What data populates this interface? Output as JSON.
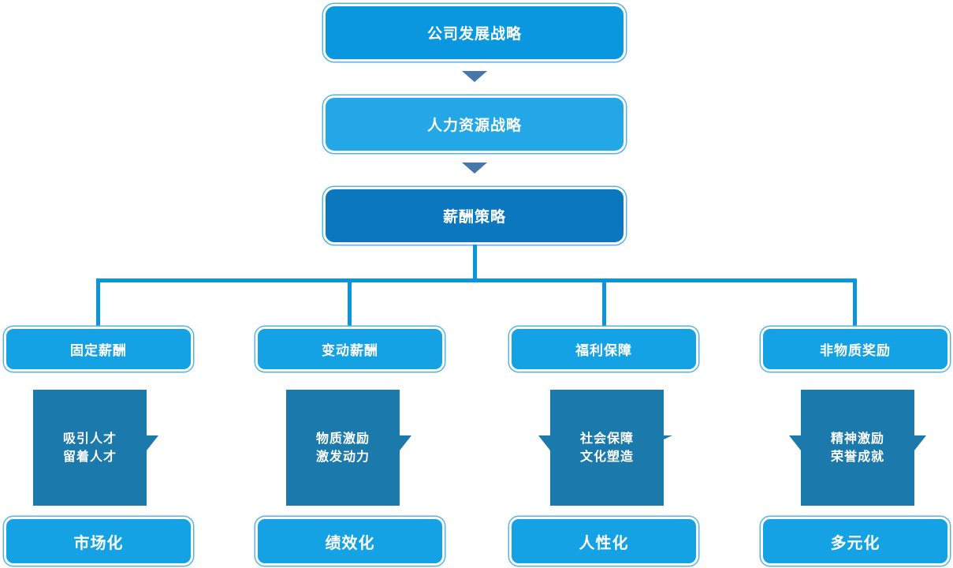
{
  "colors": {
    "row1": "#0998DF",
    "row2": "#23A7E6",
    "row3": "#0B77BE",
    "branch": "#14A2E4",
    "square": "#1B79AC",
    "connector": "#0B95DC",
    "arrow": "#4878A8",
    "outline": "#54B4E7"
  },
  "chain": [
    {
      "label": "公司发展战略"
    },
    {
      "label": "人力资源战略"
    },
    {
      "label": "薪酬策略"
    }
  ],
  "branches": [
    {
      "header": "固定薪酬",
      "line1": "吸引人才",
      "line2": "留着人才",
      "result": "市场化"
    },
    {
      "header": "变动薪酬",
      "line1": "物质激励",
      "line2": "激发动力",
      "result": "绩效化"
    },
    {
      "header": "福利保障",
      "line1": "社会保障",
      "line2": "文化塑造",
      "result": "人性化"
    },
    {
      "header": "非物质奖励",
      "line1": "精神激励",
      "line2": "荣誉成就",
      "result": "多元化"
    }
  ]
}
